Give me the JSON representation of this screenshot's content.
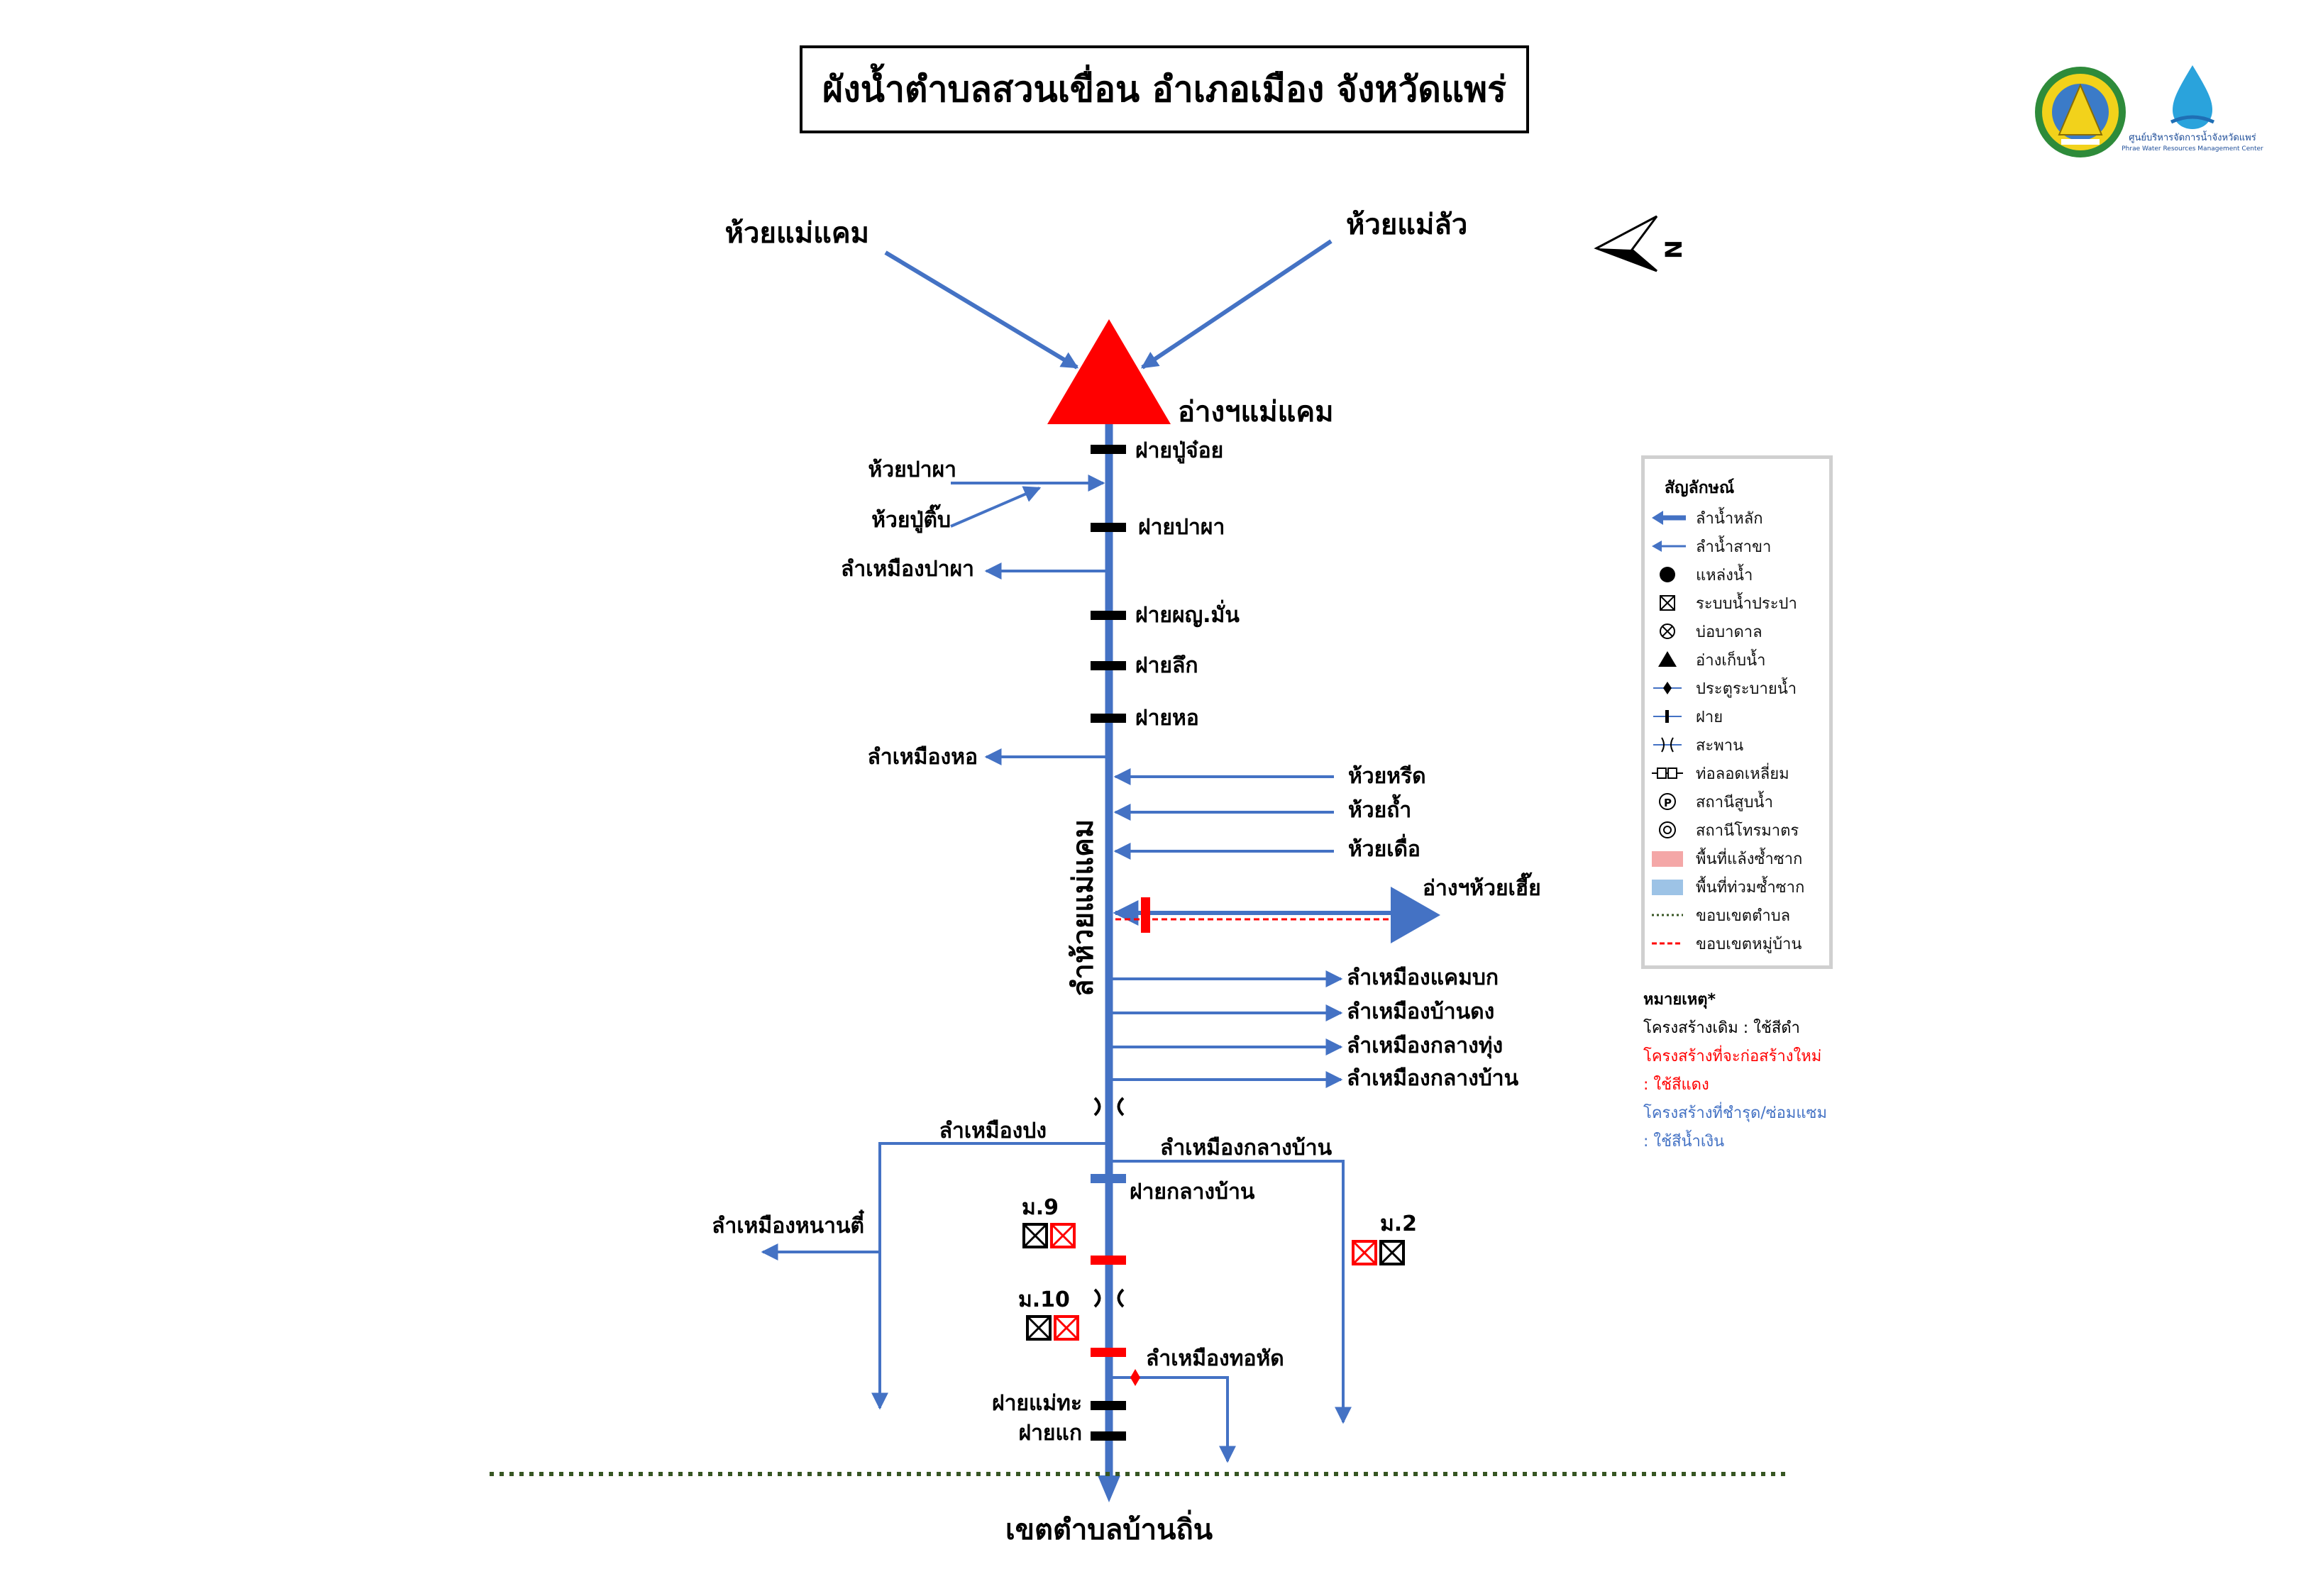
{
  "title": "ผังน้ำตำบลสวนเขื่อน อำเภอเมือง จังหวัดแพร่",
  "colors": {
    "river": "#4472C4",
    "reservoir": "#FF0000",
    "new_structure": "#FF0000",
    "existing_structure": "#000000",
    "boundary_subdistrict": "#375623",
    "boundary_village": "#FF0000",
    "drought_area": "#F4A7A7",
    "flood_area": "#9DC3E6"
  },
  "logos": {
    "logo_left": "seal-logo",
    "logo_right_text": "ศูนย์บริหารจัดการน้ำจังหวัดแพร่",
    "logo_right_subtext": "Phrae Water Resources Management Center"
  },
  "north_arrow": "N",
  "inflows": {
    "left": "ห้วยแม่แคม",
    "right": "ห้วยแม่ลัว"
  },
  "reservoir_main": "อ่างฯแม่แคม",
  "main_stream": "ลำห้วยแม่แคม",
  "weirs": {
    "pujoy": "ฝายปู่จ๋อย",
    "papha": "ฝายปาผา",
    "phuyaiman": "ฝายผญ.มั่น",
    "luek": "ฝายลึก",
    "ho": "ฝายหอ",
    "klangban": "ฝายกลางบ้าน",
    "maetha": "ฝายแม่ทะ",
    "kae": "ฝายแก"
  },
  "tributaries_left": {
    "huay_papha": "ห้วยปาผา",
    "huay_putib": "ห้วยปู่ติ๊บ"
  },
  "tributaries_right": {
    "huay_rued": "ห้วยหรีด",
    "huay_tham": "ห้วยถ้ำ",
    "huay_duea": "ห้วยเดื่อ"
  },
  "reservoir_huayhia": "อ่างฯห้วยเฮี๊ย",
  "canals": {
    "papha": "ลำเหมืองปาผา",
    "ho": "ลำเหมืองหอ",
    "kaembok": "ลำเหมืองแคมบก",
    "ban_dong": "ลำเหมืองบ้านดง",
    "klang_thung": "ลำเหมืองกลางทุ่ง",
    "klang_ban_1": "ลำเหมืองกลางบ้าน",
    "pong": "ลำเหมืองปง",
    "klang_ban_2": "ลำเหมืองกลางบ้าน",
    "nanti": "ลำเหมืองหนานตี๋",
    "tho_hat": "ลำเหมืองทอหัด"
  },
  "villages": {
    "m9": "ม.9",
    "m10": "ม.10",
    "m2": "ม.2"
  },
  "boundary_label": "เขตตำบลบ้านถิ่น",
  "legend": {
    "title": "สัญลักษณ์",
    "items": [
      {
        "icon": "main-stream-icon",
        "label": "ลำน้ำหลัก"
      },
      {
        "icon": "branch-stream-icon",
        "label": "ลำน้ำสาขา"
      },
      {
        "icon": "water-source-icon",
        "label": "แหล่งน้ำ"
      },
      {
        "icon": "water-supply-icon",
        "label": "ระบบน้ำประปา"
      },
      {
        "icon": "groundwater-well-icon",
        "label": "บ่อบาดาล"
      },
      {
        "icon": "reservoir-icon",
        "label": "อ่างเก็บน้ำ"
      },
      {
        "icon": "sluice-gate-icon",
        "label": "ประตูระบายน้ำ"
      },
      {
        "icon": "weir-icon",
        "label": "ฝาย"
      },
      {
        "icon": "bridge-icon",
        "label": "สะพาน"
      },
      {
        "icon": "box-culvert-icon",
        "label": "ท่อลอดเหลี่ยม"
      },
      {
        "icon": "pump-station-icon",
        "label": "สถานีสูบน้ำ"
      },
      {
        "icon": "telemetry-station-icon",
        "label": "สถานีโทรมาตร"
      },
      {
        "icon": "drought-area-icon",
        "label": "พื้นที่แล้งซ้ำซาก"
      },
      {
        "icon": "flood-area-icon",
        "label": "พื้นที่ท่วมซ้ำซาก"
      },
      {
        "icon": "subdistrict-boundary-icon",
        "label": "ขอบเขตตำบล"
      },
      {
        "icon": "village-boundary-icon",
        "label": "ขอบเขตหมู่บ้าน"
      }
    ]
  },
  "notes": {
    "title": "หมายเหตุ*",
    "line1": "โครงสร้างเดิม : ใช้สีดำ",
    "line2a": "โครงสร้างที่จะก่อสร้างใหม่",
    "line2b": ": ใช้สีแดง",
    "line3a": "โครงสร้างที่ชำรุด/ซ่อมแซม",
    "line3b": ": ใช้สีน้ำเงิน"
  }
}
